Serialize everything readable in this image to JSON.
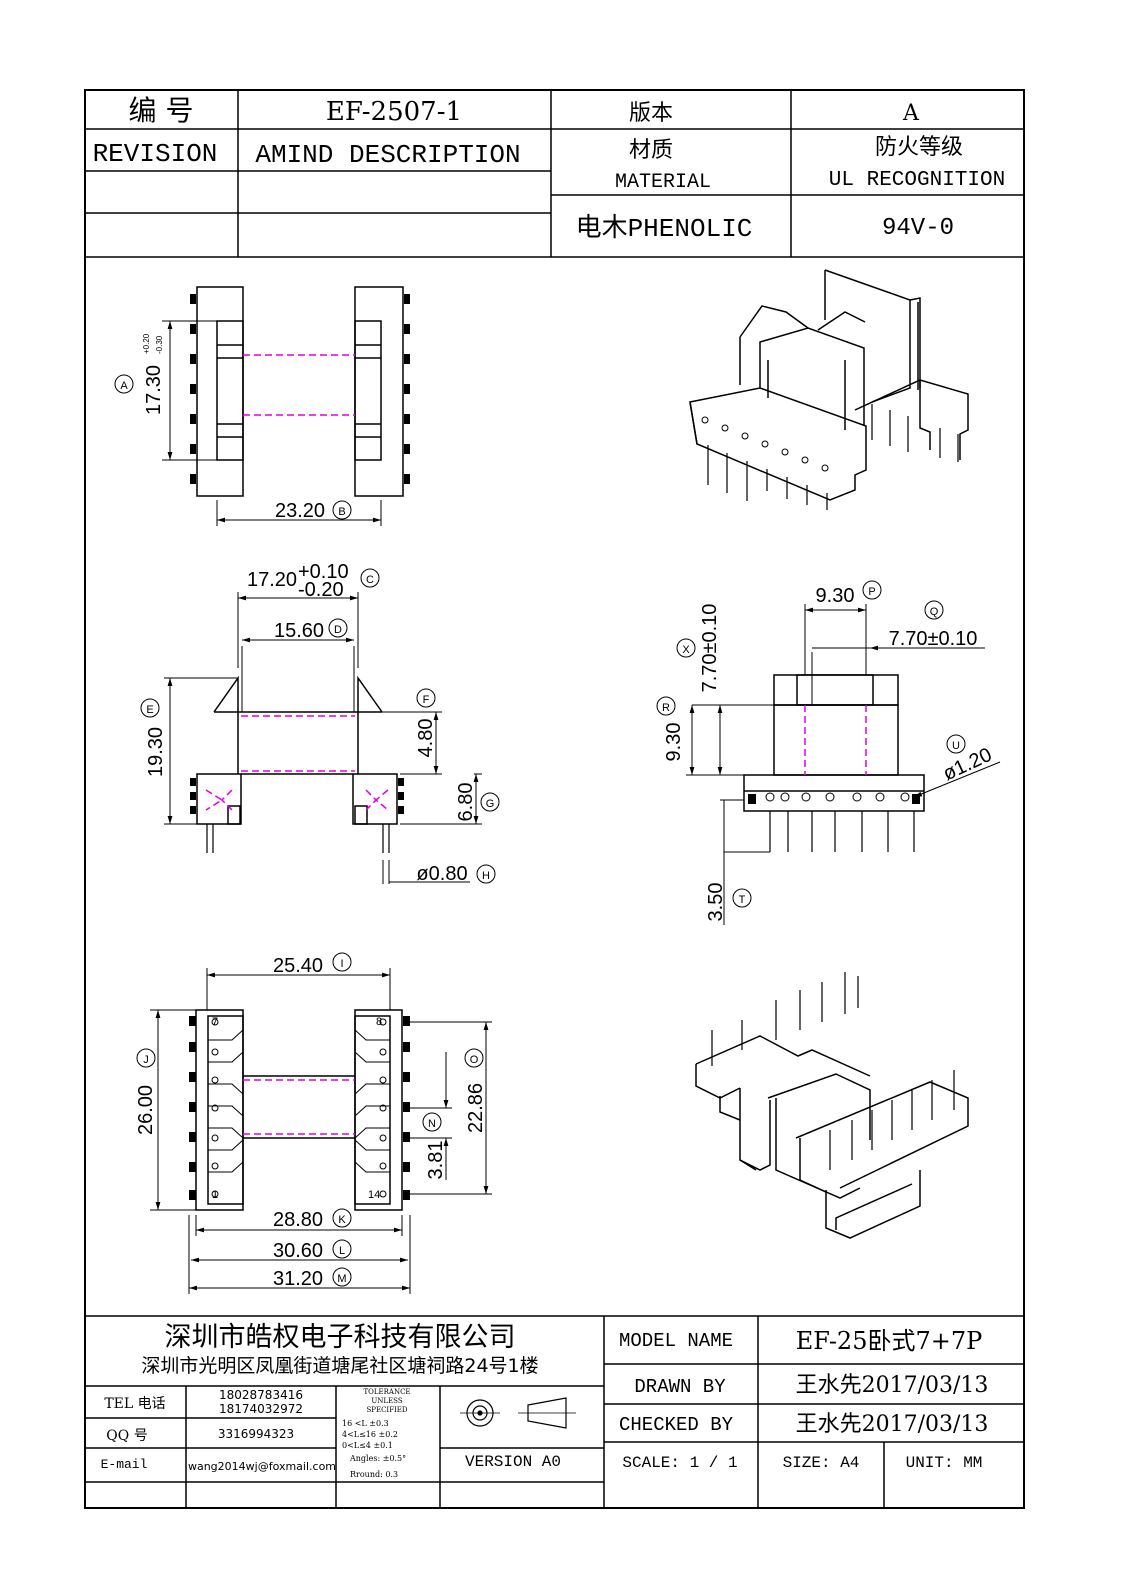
{
  "header": {
    "number_label": "编 号",
    "part_number": "EF-2507-1",
    "version_label": "版本",
    "version_value": "A",
    "revision_label": "REVISION",
    "amind_label": "AMIND DESCRIPTION",
    "material_label_cn": "材质",
    "material_label_en": "MATERIAL",
    "ul_label_cn": "防火等级",
    "ul_label_en": "UL RECOGNITION",
    "material_value": "电木PHENOLIC",
    "ul_value": "94V-0"
  },
  "dimensions": {
    "A": "17.30",
    "A_tol_plus": "+0.20",
    "A_tol_minus": "-0.30",
    "A_tag": "A",
    "B": "23.20",
    "B_tag": "B",
    "C": "17.20",
    "C_tol_plus": "+0.10",
    "C_tol_minus": "-0.20",
    "C_tag": "C",
    "D": "15.60",
    "D_tag": "D",
    "E": "19.30",
    "E_tag": "E",
    "F": "4.80",
    "F_tag": "F",
    "G": "6.80",
    "G_tag": "G",
    "H": "ø0.80",
    "H_tag": "H",
    "P": "9.30",
    "P_tag": "P",
    "Q": "7.70±0.10",
    "Q_tag": "Q",
    "X": "7.70±0.10",
    "X_tag": "X",
    "R": "9.30",
    "R_tag": "R",
    "U": "ø1.20",
    "U_tag": "U",
    "T": "3.50",
    "T_tag": "T",
    "I": "25.40",
    "I_tag": "I",
    "J": "26.00",
    "J_tag": "J",
    "O": "22.86",
    "O_tag": "O",
    "N": "3.81",
    "N_tag": "N",
    "K": "28.80",
    "K_tag": "K",
    "L": "30.60",
    "L_tag": "L",
    "M": "31.20",
    "M_tag": "M",
    "pin_7": "7",
    "pin_8": "8",
    "pin_1": "1",
    "pin_14": "14"
  },
  "footer": {
    "company_name": "深圳市皓权电子科技有限公司",
    "company_address": "深圳市光明区凤凰街道塘尾社区塘祠路24号1楼",
    "tel_label": "TEL 电话",
    "tel_1": "18028783416",
    "tel_2": "18174032972",
    "qq_label": "QQ  号",
    "qq_value": "3316994323",
    "email_label": "E-mail",
    "email_value": "wang2014wj@foxmail.com",
    "tolerance_title_1": "TOLERANCE",
    "tolerance_title_2": "UNLESS",
    "tolerance_title_3": "SPECIFIED",
    "tol_row_1": "16 <L       ±0.3",
    "tol_row_2": "4<L≤16      ±0.2",
    "tol_row_3": "0<L≤4       ±0.1",
    "tol_row_4": "Angles: ±0.5°",
    "tol_row_5": "Rround: 0.3",
    "version_text": "VERSION A0",
    "model_name_label": "MODEL NAME",
    "model_name_value": "EF-25卧式7+7P",
    "drawn_by_label": "DRAWN BY",
    "drawn_by_value": "王水先2017/03/13",
    "checked_by_label": "CHECKED BY",
    "checked_by_value": "王水先2017/03/13",
    "scale_label": "SCALE: 1 / 1",
    "size_label": "SIZE: A4",
    "unit_label": "UNIT: MM"
  },
  "colors": {
    "line": "#000000",
    "hidden_line": "#e000e0"
  }
}
